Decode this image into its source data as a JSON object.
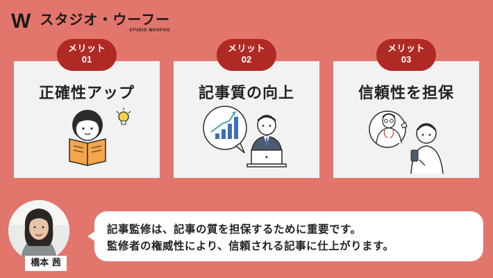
{
  "brand": {
    "logo_letter": "W",
    "name_jp": "スタジオ・ウーフー",
    "name_en": "STUDIO WOOFOO"
  },
  "cards": [
    {
      "badge_label": "メリット",
      "badge_number": "01",
      "title": "正確性アップ"
    },
    {
      "badge_label": "メリット",
      "badge_number": "02",
      "title": "記事質の向上"
    },
    {
      "badge_label": "メリット",
      "badge_number": "03",
      "title": "信頼性を担保"
    }
  ],
  "speaker": {
    "name": "橋本 茜"
  },
  "quote": {
    "line1": "記事監修は、記事の質を担保するために重要です。",
    "line2": "監修者の権威性により、信頼される記事に仕上がります。"
  },
  "colors": {
    "background": "#e2766d",
    "badge": "#b02a25",
    "card": "#f2f2f2"
  }
}
